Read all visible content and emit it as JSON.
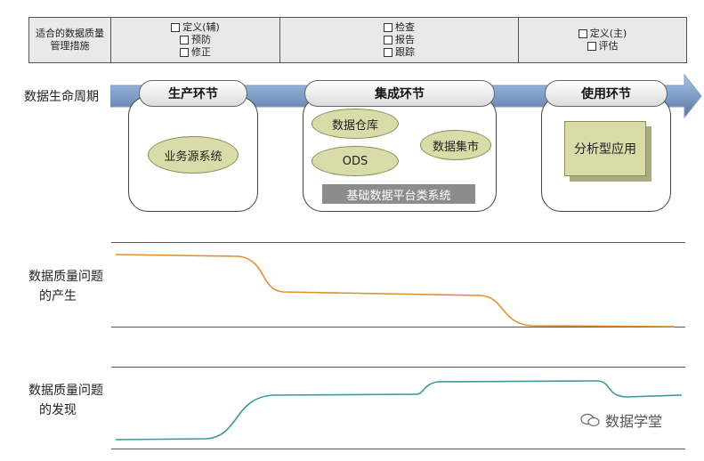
{
  "measures": {
    "header": "适合的数据质量管理措施",
    "columns": [
      {
        "items": [
          "定义(辅)",
          "预防",
          "修正"
        ]
      },
      {
        "items": [
          "检查",
          "报告",
          "跟踪"
        ]
      },
      {
        "items": [
          "定义(主)",
          "评估"
        ]
      }
    ]
  },
  "lifecycle": {
    "label": "数据生命周期",
    "stages": [
      {
        "title": "生产环节",
        "ellipses": [
          "业务源系统"
        ]
      },
      {
        "title": "集成环节",
        "ellipses": [
          "数据仓库",
          "ODS",
          "数据集市"
        ],
        "bar": "基础数据平台类系统"
      },
      {
        "title": "使用环节",
        "box": "分析型应用"
      }
    ],
    "arrow_color": "#7b9bc4"
  },
  "generation": {
    "label_lines": [
      "数据质量问题",
      "的产生"
    ],
    "curve_color": "#e0902e"
  },
  "discovery": {
    "label_lines": [
      "数据质量问题",
      "的发现"
    ],
    "curve_color": "#3a9a9a"
  },
  "watermark": {
    "text": "数据学堂"
  }
}
